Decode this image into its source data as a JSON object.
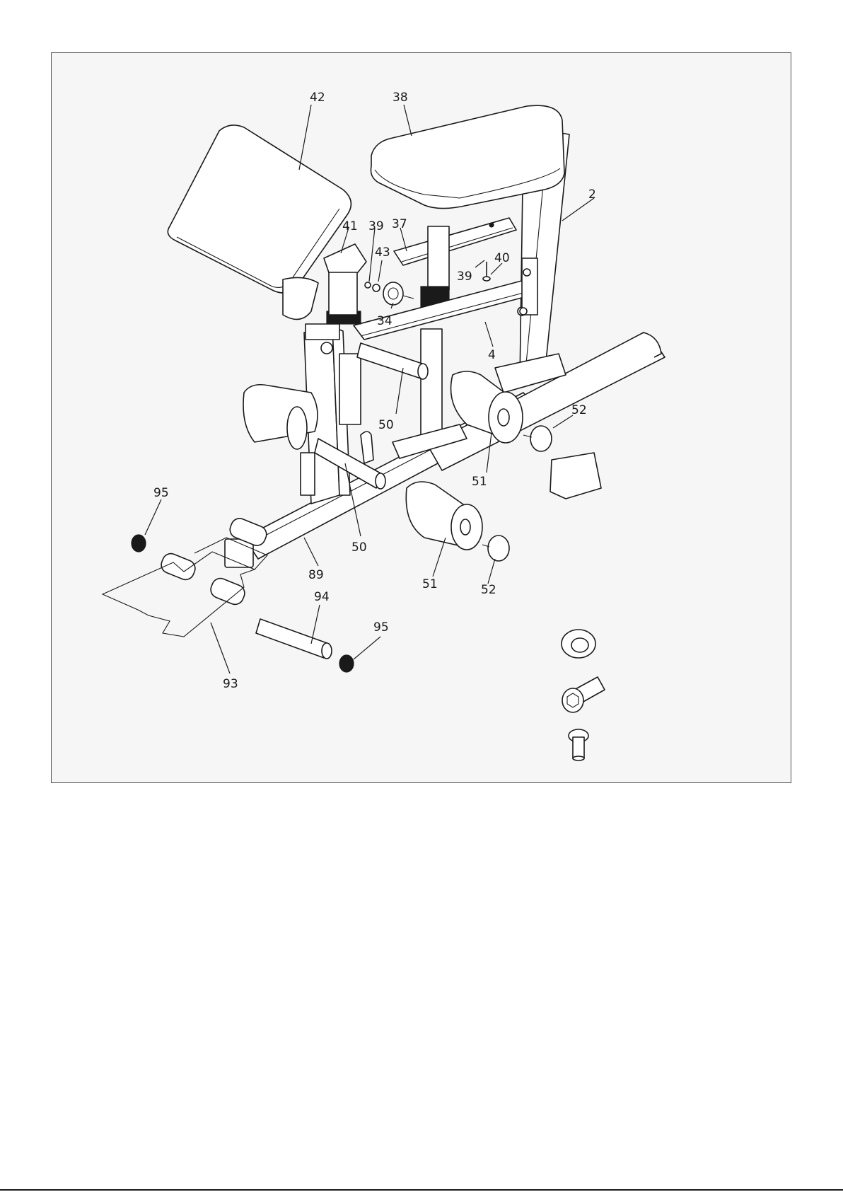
{
  "callouts": {
    "c42": "42",
    "c38": "38",
    "c2": "2",
    "c41": "41",
    "c39a": "39",
    "c37": "37",
    "c43": "43",
    "c39b": "39",
    "c40": "40",
    "c34": "34",
    "c4": "4",
    "c50a": "50",
    "c52a": "52",
    "c51a": "51",
    "c95a": "95",
    "c50b": "50",
    "c89": "89",
    "c51b": "51",
    "c52b": "52",
    "c94": "94",
    "c95b": "95",
    "c93": "93"
  }
}
